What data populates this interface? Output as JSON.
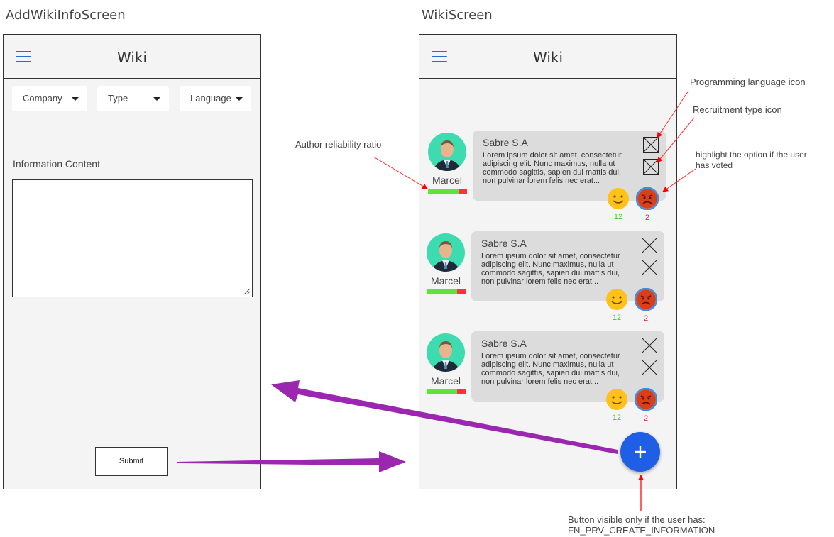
{
  "left_screen": {
    "name": "AddWikiInfoScreen",
    "app_title": "Wiki",
    "dropdowns": [
      "Company",
      "Type",
      "Language"
    ],
    "content_label": "Information Content",
    "submit_label": "Submit"
  },
  "right_screen": {
    "name": "WikiScreen",
    "app_title": "Wiki",
    "cards": [
      {
        "company": "Sabre S.A",
        "text": "Lorem ipsum dolor sit amet, consectetur adipiscing elit. Nunc maximus, nulla ut commodo sagittis, sapien dui mattis dui, non pulvinar lorem felis nec erat...",
        "author": "Marcel",
        "reliability": 0.78,
        "likes": "12",
        "dislikes": "2",
        "dislike_voted": true
      },
      {
        "company": "Sabre S.A",
        "text": "Lorem ipsum dolor sit amet, consectetur adipiscing elit. Nunc maximus, nulla ut commodo sagittis, sapien dui mattis dui, non pulvinar lorem felis nec erat...",
        "author": "Marcel",
        "reliability": 0.78,
        "likes": "12",
        "dislikes": "2",
        "dislike_voted": true
      },
      {
        "company": "Sabre S.A",
        "text": "Lorem ipsum dolor sit amet, consectetur adipiscing elit. Nunc maximus, nulla ut commodo sagittis, sapien dui mattis dui, non pulvinar lorem felis nec erat...",
        "author": "Marcel",
        "reliability": 0.78,
        "likes": "12",
        "dislikes": "2",
        "dislike_voted": true
      }
    ],
    "fab_icon": "plus-icon"
  },
  "annotations": {
    "programming_language_icon": "Programming language icon",
    "recruitment_type_icon": "Recruitment type icon",
    "author_reliability": "Author reliability ratio",
    "highlight_vote_line1": "highlight the option if the user",
    "highlight_vote_line2": "has voted",
    "button_visibility_line1": "Button visible only if the user has:",
    "button_visibility_line2": "FN_PRV_CREATE_INFORMATION"
  },
  "colors": {
    "accent_blue": "#1f5fe6",
    "reliability_good": "#5de33a",
    "reliability_bad": "#ff3333",
    "like_count": "#3cc93c",
    "dislike_count": "#e03030",
    "annotation_arrow_red": "#ff0000",
    "flow_arrow_purple": "#9b27b0",
    "avatar_bg": "#3ddbb0"
  }
}
